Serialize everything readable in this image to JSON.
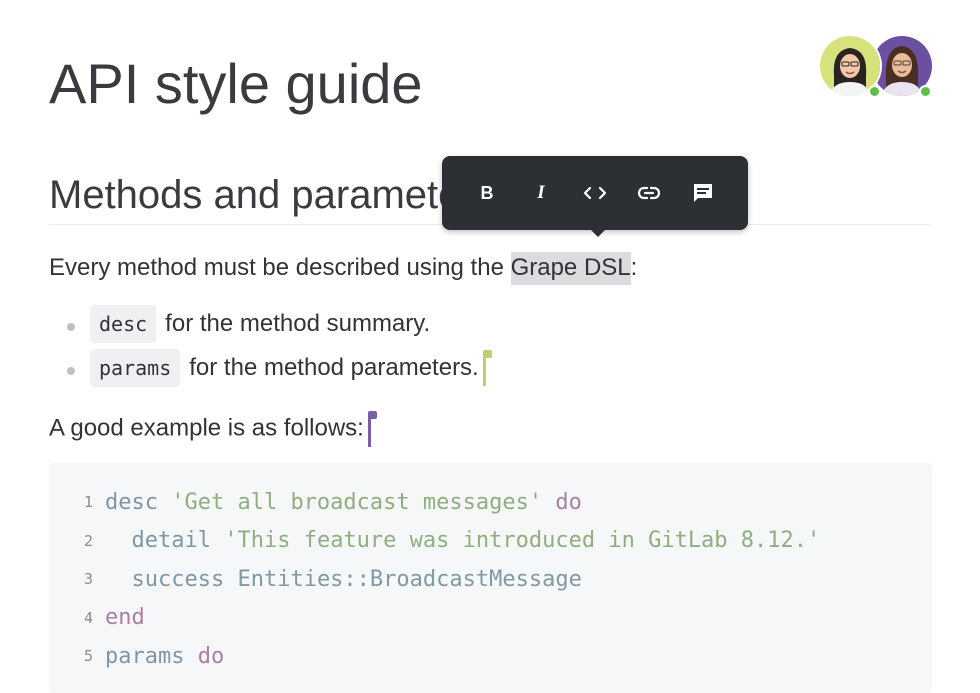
{
  "document": {
    "title": "API style guide",
    "section_heading": "Methods and parameters",
    "paragraph_1": {
      "before": "Every method must be described using the ",
      "highlight": "Grape DSL",
      "after": ":"
    },
    "bullets": [
      {
        "code": "desc",
        "text": "for the method summary."
      },
      {
        "code": "params",
        "text": "for the method parameters."
      }
    ],
    "paragraph_2": "A good example is as follows:"
  },
  "toolbar": {
    "buttons": [
      {
        "name": "bold",
        "glyph": "B",
        "icon": "bold-icon"
      },
      {
        "name": "italic",
        "glyph": "I",
        "icon": "italic-icon"
      },
      {
        "name": "code",
        "icon": "code-icon"
      },
      {
        "name": "link",
        "icon": "link-icon"
      },
      {
        "name": "comment",
        "icon": "comment-icon"
      }
    ]
  },
  "collaborators": [
    {
      "avatar_bg": "#d7e27d",
      "presence": "online",
      "cursor_color": "#c3cc72"
    },
    {
      "avatar_bg": "#6b4fa0",
      "presence": "online",
      "cursor_color": "#7b5ea7"
    }
  ],
  "code_block": {
    "lines": [
      {
        "number": "1",
        "tokens": [
          {
            "t": "desc",
            "c": "meth"
          },
          {
            "t": " ",
            "c": ""
          },
          {
            "t": "'Get all broadcast messages'",
            "c": "str"
          },
          {
            "t": " ",
            "c": ""
          },
          {
            "t": "do",
            "c": "kw"
          }
        ]
      },
      {
        "number": "2",
        "tokens": [
          {
            "t": "  ",
            "c": ""
          },
          {
            "t": "detail",
            "c": "meth"
          },
          {
            "t": " ",
            "c": ""
          },
          {
            "t": "'This feature was introduced in GitLab 8.12.'",
            "c": "str"
          }
        ]
      },
      {
        "number": "3",
        "tokens": [
          {
            "t": "  ",
            "c": ""
          },
          {
            "t": "success",
            "c": "meth"
          },
          {
            "t": " ",
            "c": ""
          },
          {
            "t": "Entities::BroadcastMessage",
            "c": "const"
          }
        ]
      },
      {
        "number": "4",
        "tokens": [
          {
            "t": "end",
            "c": "kw"
          }
        ]
      },
      {
        "number": "5",
        "tokens": [
          {
            "t": "params",
            "c": "meth"
          },
          {
            "t": " ",
            "c": ""
          },
          {
            "t": "do",
            "c": "kw"
          }
        ]
      }
    ]
  },
  "colors": {
    "toolbar_bg": "#2c2f33",
    "highlight_bg": "#dcdcde",
    "code_bg": "#f6f7f9",
    "presence_online": "#5fbf4a"
  }
}
